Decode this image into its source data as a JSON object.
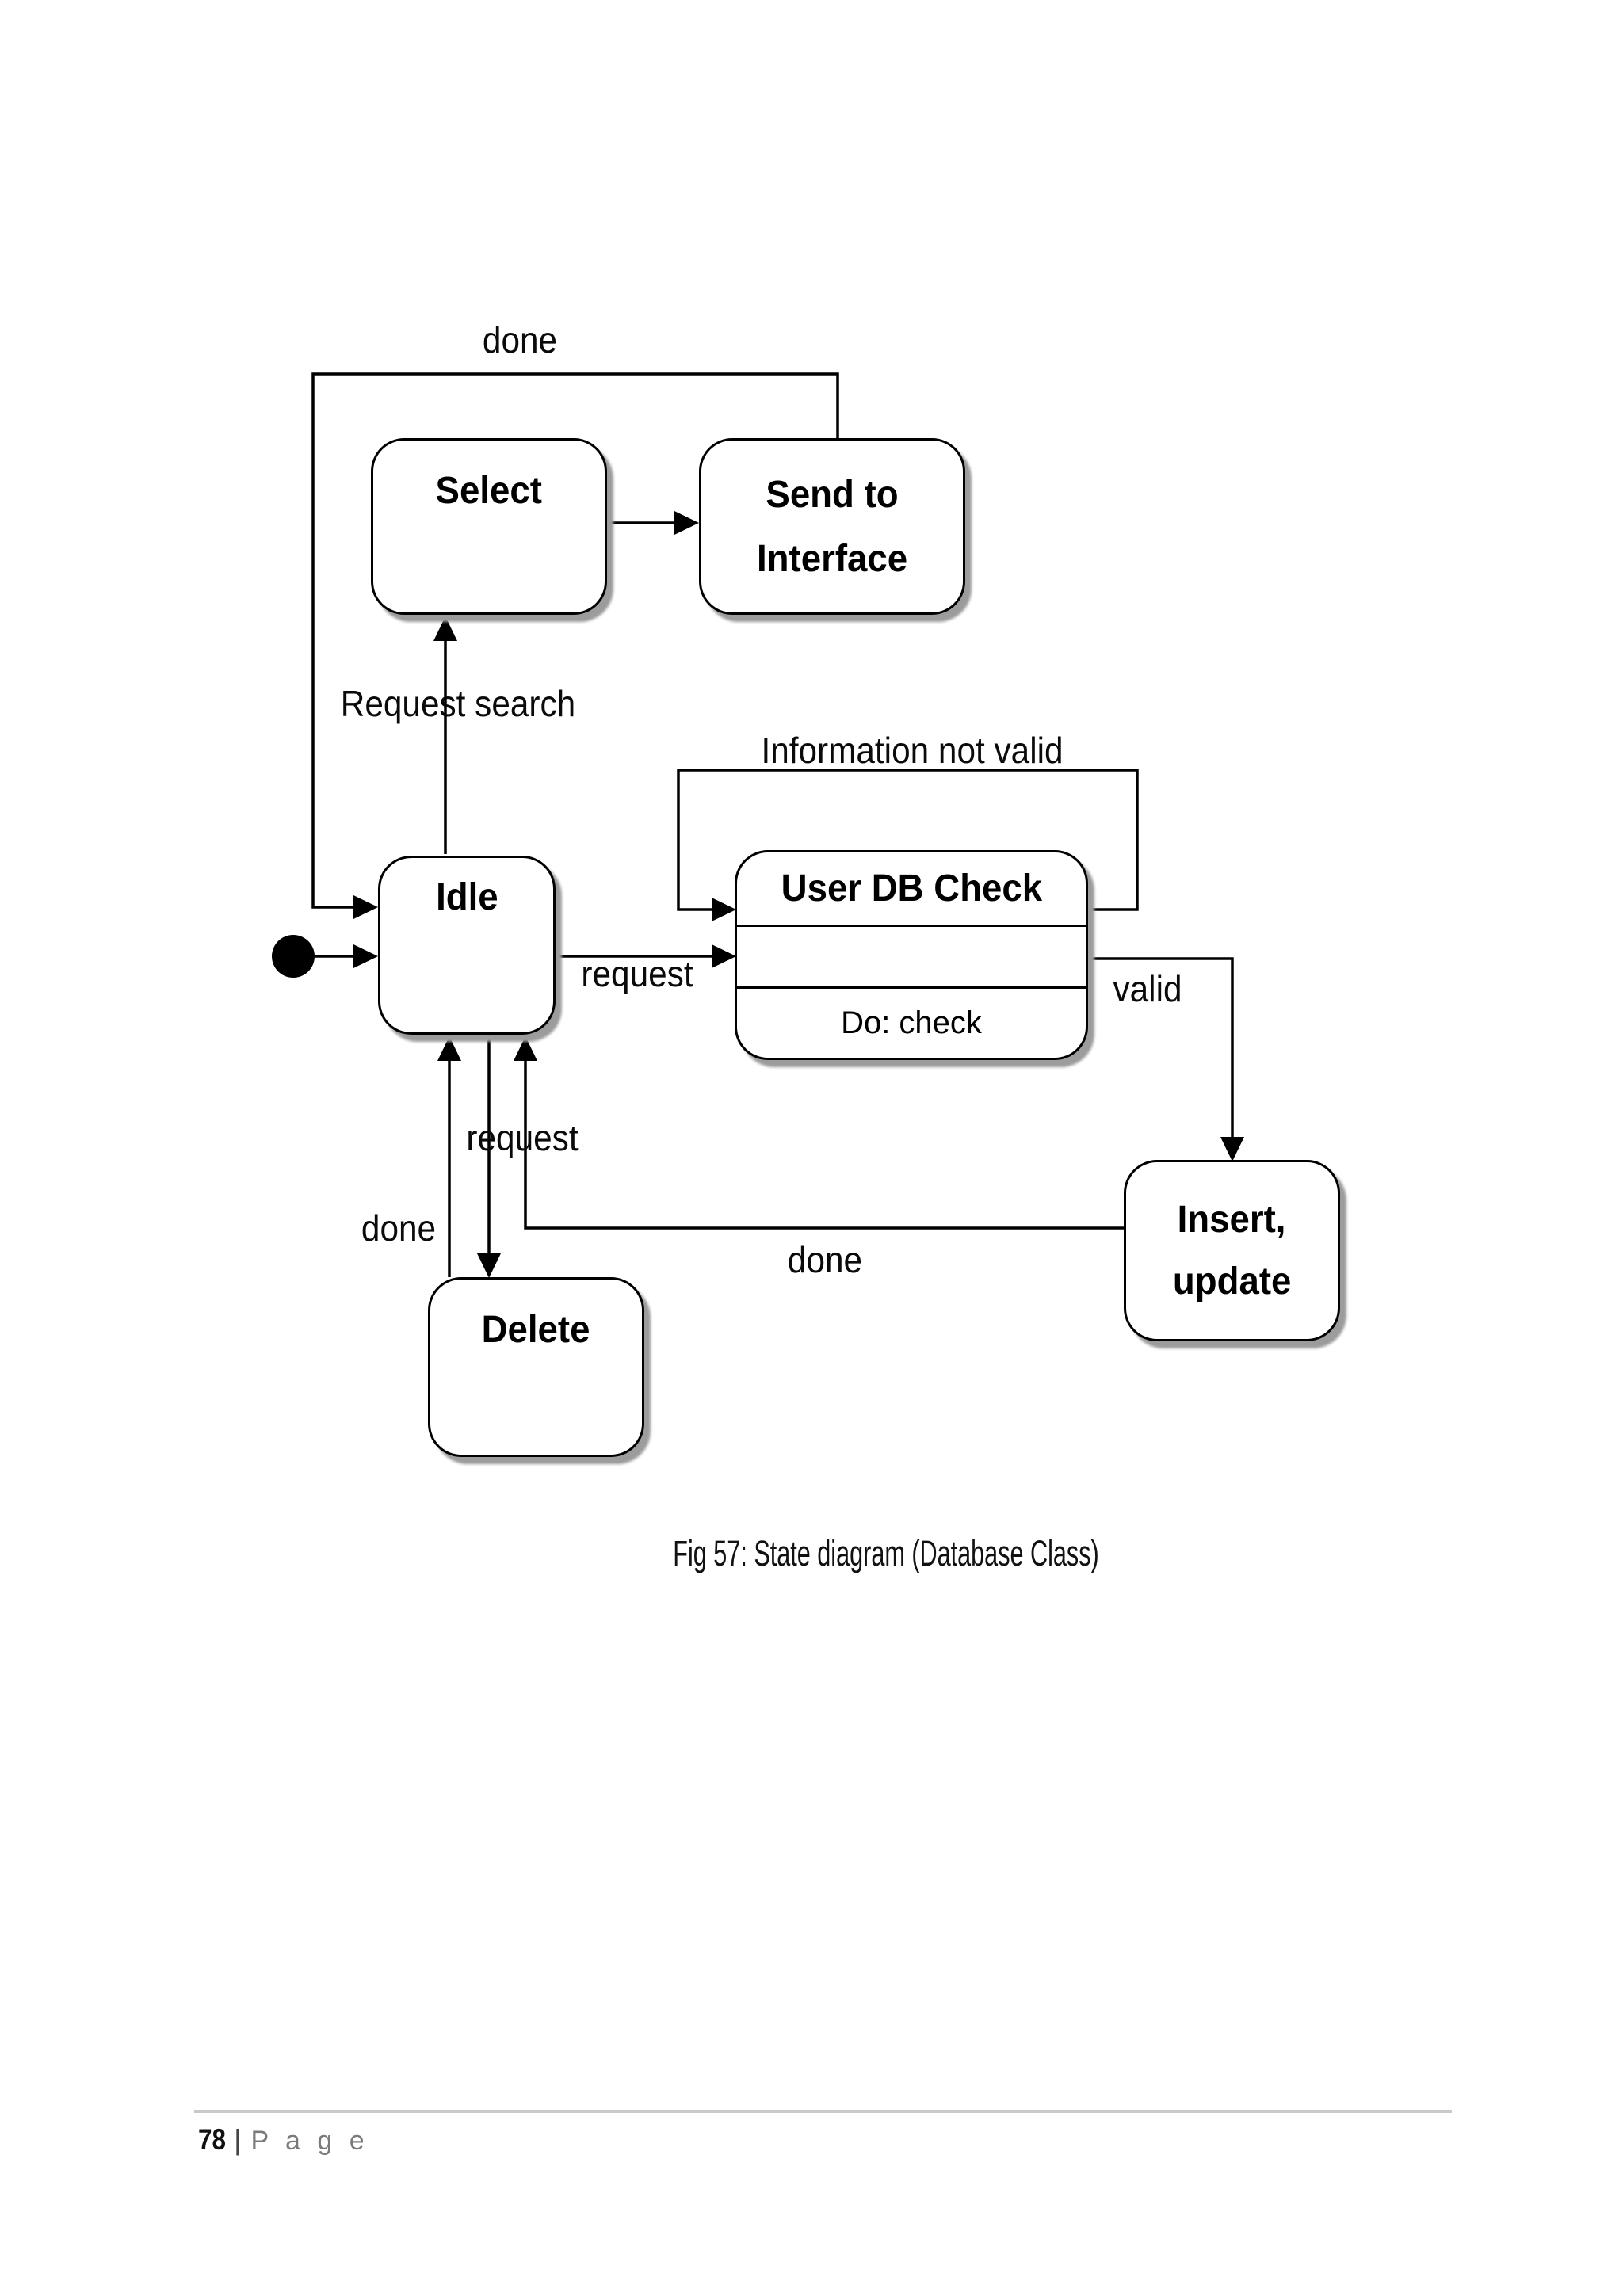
{
  "diagram": {
    "states": {
      "select": {
        "label": "Select"
      },
      "send_to_interface": {
        "line1": "Send to",
        "line2": "Interface"
      },
      "idle": {
        "label": "Idle"
      },
      "user_db_check": {
        "title": "User DB Check",
        "activity": "Do: check"
      },
      "insert_update": {
        "line1": "Insert,",
        "line2": "update"
      },
      "delete": {
        "label": "Delete"
      }
    },
    "labels": {
      "done_top": "done",
      "request_search": "Request search",
      "information_not_valid": "Information not valid",
      "request_db": "request",
      "valid": "valid",
      "done_insert": "done",
      "request_delete": "request",
      "done_delete": "done"
    }
  },
  "caption": "Fig 57: State diagram (Database Class)",
  "footer": {
    "page_number": "78",
    "separator": "|",
    "page_word": "P a g e"
  },
  "colors": {
    "line": "#000000",
    "state_shadow": "#9c9c9c",
    "footer_rule": "#c9c9c9",
    "footer_text": "#7a7a7a"
  }
}
